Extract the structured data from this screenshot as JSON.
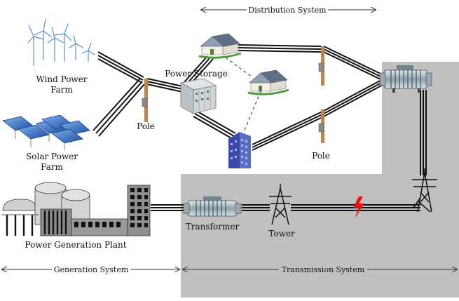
{
  "labels": {
    "wind": [
      "Wind Power",
      "Farm"
    ],
    "solar": [
      "Solar Power",
      "Farm"
    ],
    "pole_left": "Pole",
    "storage": "Power Storage",
    "pole_right": "Pole",
    "plant": "Power Generation Plant",
    "transformer": "Transformer",
    "tower": "Tower"
  },
  "systems": {
    "distribution": "Distribution System",
    "generation": "Generation System",
    "transmission": "Transmission System"
  },
  "colors": {
    "transmission_bg": "#c0c0c0",
    "line": "#111111",
    "fault": "#ee1111"
  },
  "icons": [
    "wind-turbine-icon",
    "solar-panel-icon",
    "utility-pole-icon",
    "battery-cabinet-icon",
    "house-icon",
    "office-building-icon",
    "power-plant-icon",
    "transformer-icon",
    "transmission-tower-icon",
    "lightning-fault-icon"
  ]
}
